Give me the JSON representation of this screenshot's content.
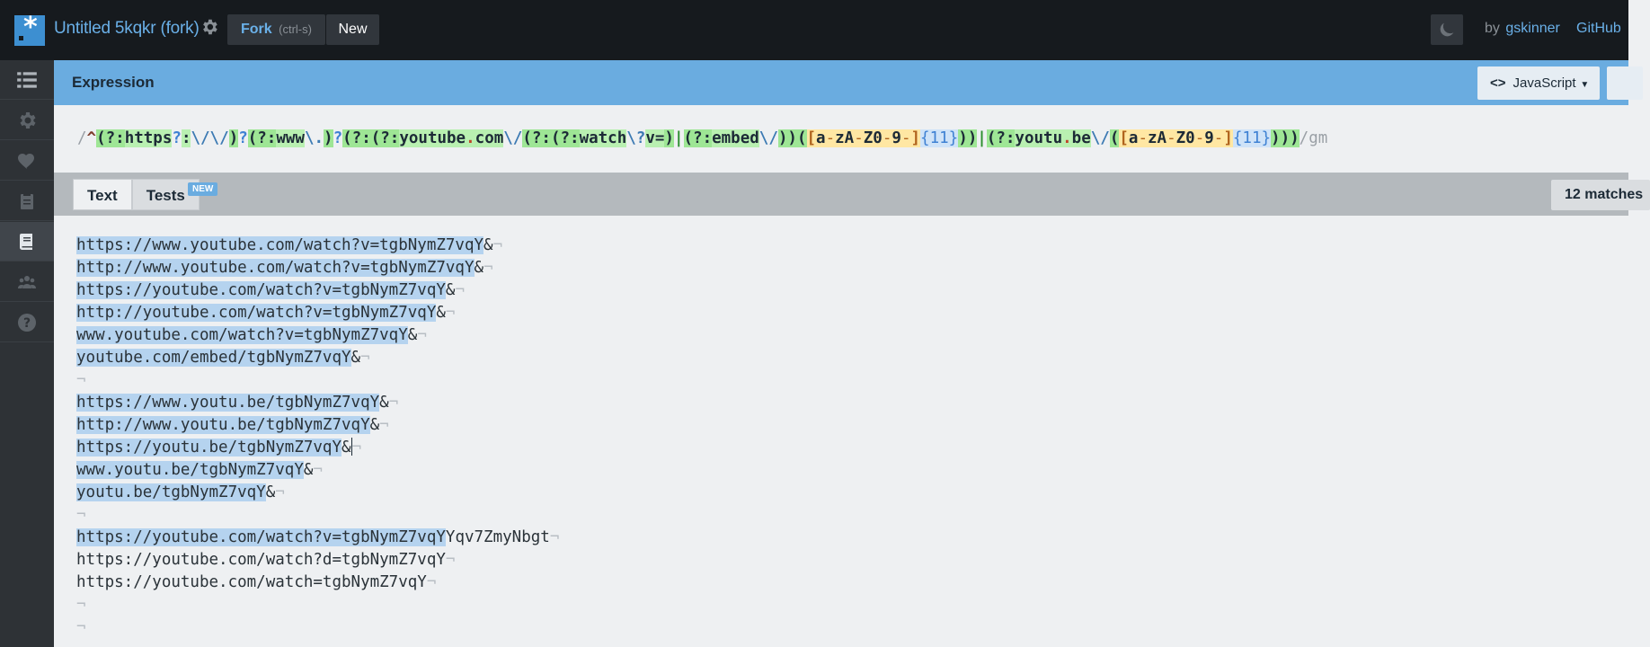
{
  "app": {
    "title": "Untitled 5kqkr (fork)",
    "fork_label": "Fork",
    "fork_hint": "(ctrl-s)",
    "new_label": "New",
    "by_prefix": "by",
    "author": "gskinner",
    "github_label": "GitHub"
  },
  "sidebar": {
    "items": [
      "menu-icon",
      "settings-icon",
      "heart-icon",
      "clipboard-icon",
      "book-icon",
      "community-icon",
      "help-icon"
    ],
    "active": "book-icon"
  },
  "expression": {
    "label": "Expression",
    "flavor": "JavaScript",
    "pattern": "/^(?:https?:\\/\\/)?(?:www\\.)?(?:(?:youtube.com\\/(?:(?:watch\\?v=)|(?:embed\\/))([a-zA-Z0-9-]{11}))|(?:youtu.be\\/([a-zA-Z0-9-]{11})))/gm",
    "flags": "gm"
  },
  "text_panel": {
    "tab_text": "Text",
    "tab_tests": "Tests",
    "tests_badge": "NEW",
    "matches_label": "12 matches"
  },
  "lines": [
    {
      "match": "https://www.youtube.com/watch?v=tgbNymZ7vqY",
      "rest": "&",
      "ws": "¬"
    },
    {
      "match": "http://www.youtube.com/watch?v=tgbNymZ7vqY",
      "rest": "&",
      "ws": "¬"
    },
    {
      "match": "https://youtube.com/watch?v=tgbNymZ7vqY",
      "rest": "&",
      "ws": "¬"
    },
    {
      "match": "http://youtube.com/watch?v=tgbNymZ7vqY",
      "rest": "&",
      "ws": "¬"
    },
    {
      "match": "www.youtube.com/watch?v=tgbNymZ7vqY",
      "rest": "&",
      "ws": "¬"
    },
    {
      "match": "youtube.com/embed/tgbNymZ7vqY",
      "rest": "&",
      "ws": "¬"
    },
    {
      "match": "",
      "rest": "",
      "ws": "¬"
    },
    {
      "match": "https://www.youtu.be/tgbNymZ7vqY",
      "rest": "&",
      "ws": "¬"
    },
    {
      "match": "http://www.youtu.be/tgbNymZ7vqY",
      "rest": "&",
      "ws": "¬"
    },
    {
      "match": "https://youtu.be/tgbNymZ7vqY",
      "rest": "&",
      "ws": "¬"
    },
    {
      "match": "www.youtu.be/tgbNymZ7vqY",
      "rest": "&",
      "ws": "¬"
    },
    {
      "match": "youtu.be/tgbNymZ7vqY",
      "rest": "&",
      "ws": "¬"
    },
    {
      "match": "",
      "rest": "",
      "ws": "¬"
    },
    {
      "match": "https://youtube.com/watch?v=tgbNymZ7vqY",
      "rest": "Yqv7ZmyNbgt",
      "ws": "¬"
    },
    {
      "match": "",
      "rest": "https://youtube.com/watch?d=tgbNymZ7vqY",
      "ws": "¬"
    },
    {
      "match": "",
      "rest": "https://youtube.com/watch=tgbNymZ7vqY",
      "ws": "¬"
    },
    {
      "match": "",
      "rest": "",
      "ws": "¬"
    },
    {
      "match": "",
      "rest": "",
      "ws": "¬"
    }
  ]
}
